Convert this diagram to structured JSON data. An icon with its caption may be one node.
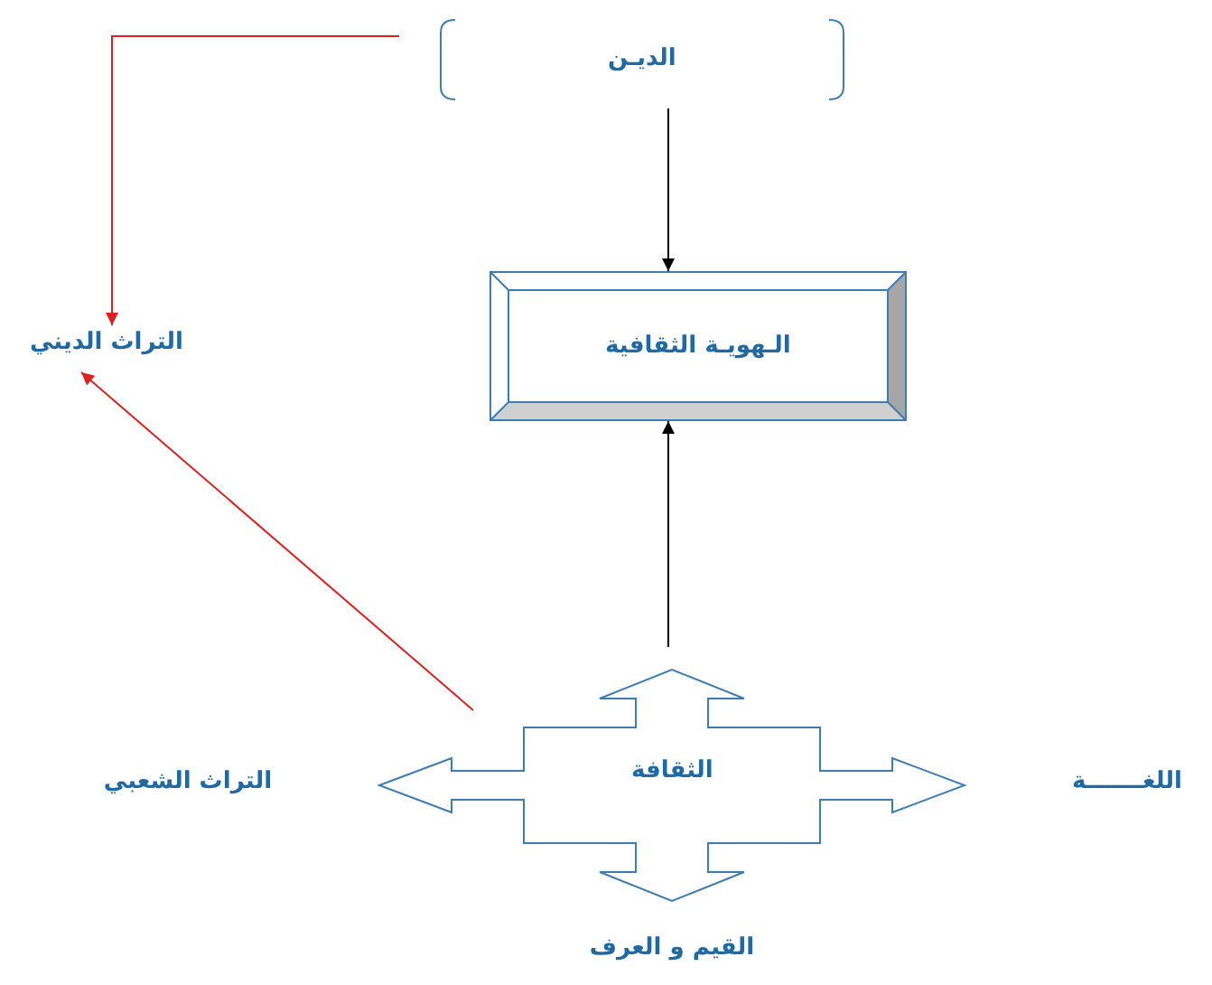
{
  "diagram": {
    "nodes": [
      {
        "text": [
          "الديـن"
        ]
      },
      {
        "text": [
          "الـهويـة الثقافية"
        ]
      },
      {
        "text": [
          "التراث الديني"
        ]
      },
      {
        "text": [
          "الثقافة"
        ]
      },
      {
        "text": [
          "التراث الشعبي"
        ]
      },
      {
        "text": [
          "اللغـــــــة"
        ]
      },
      {
        "text": [
          "القيم و العرف"
        ]
      }
    ],
    "edges": [
      {
        "from": 0,
        "to": 1,
        "arrow": "to"
      },
      {
        "from": 3,
        "to": 1,
        "arrow": "to"
      },
      {
        "from": 0,
        "to": 2,
        "arrow": "to",
        "color": "#e02020"
      },
      {
        "from": 3,
        "to": 2,
        "arrow": "to",
        "color": "#e02020"
      }
    ]
  }
}
